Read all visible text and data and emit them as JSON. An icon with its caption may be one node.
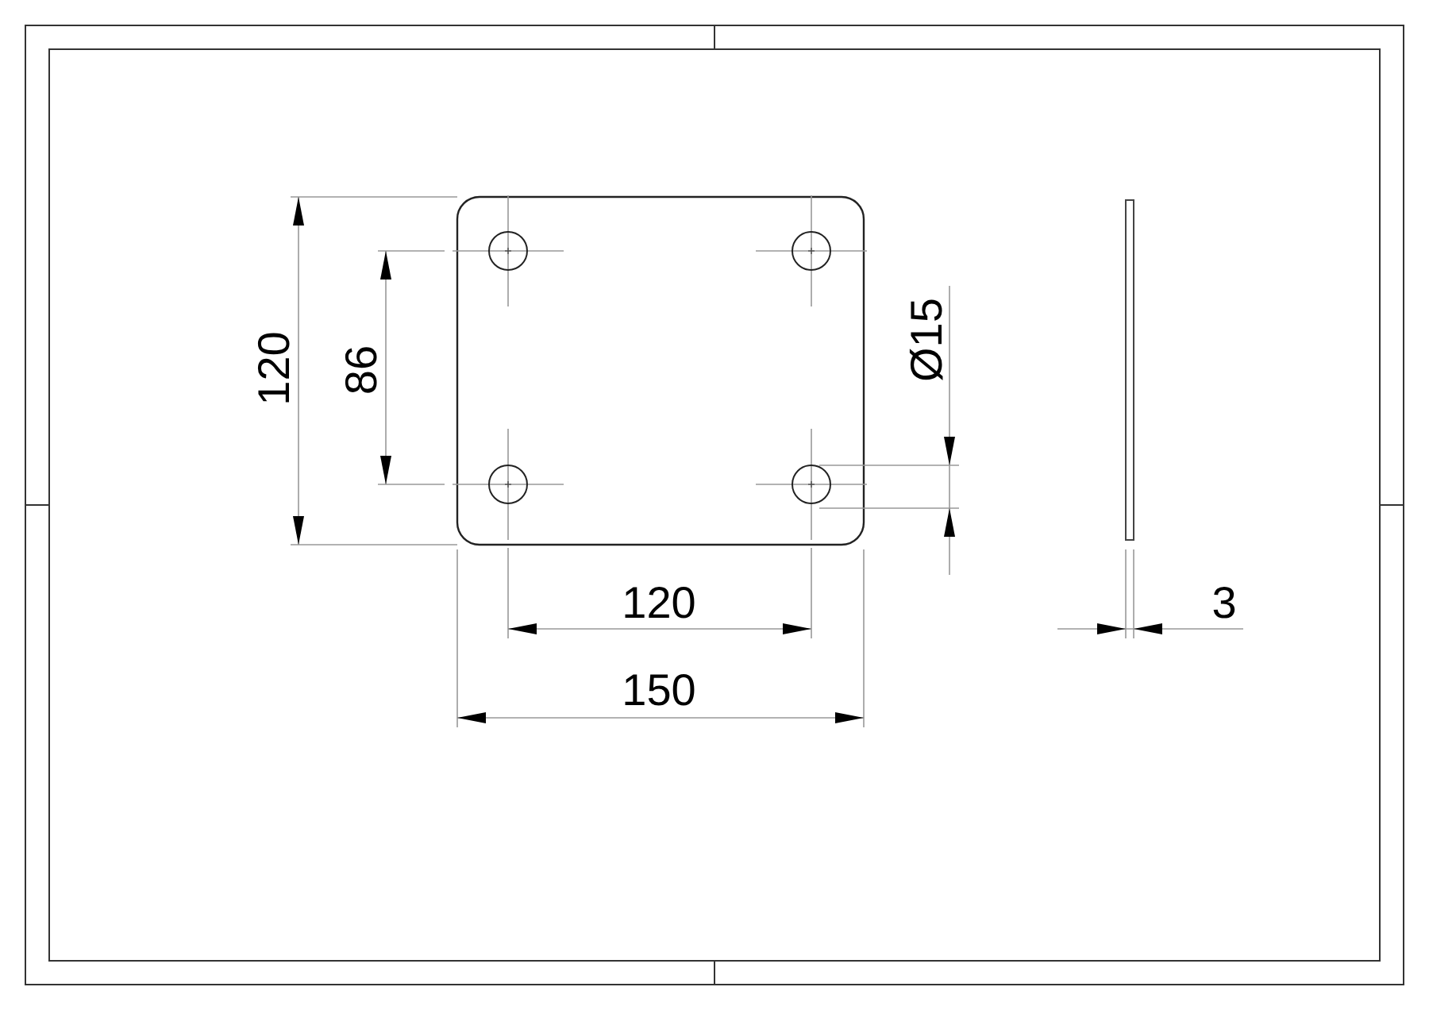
{
  "diagram": {
    "labels": [
      "120",
      "86",
      "Ø15",
      "120",
      "3",
      "150"
    ]
  }
}
